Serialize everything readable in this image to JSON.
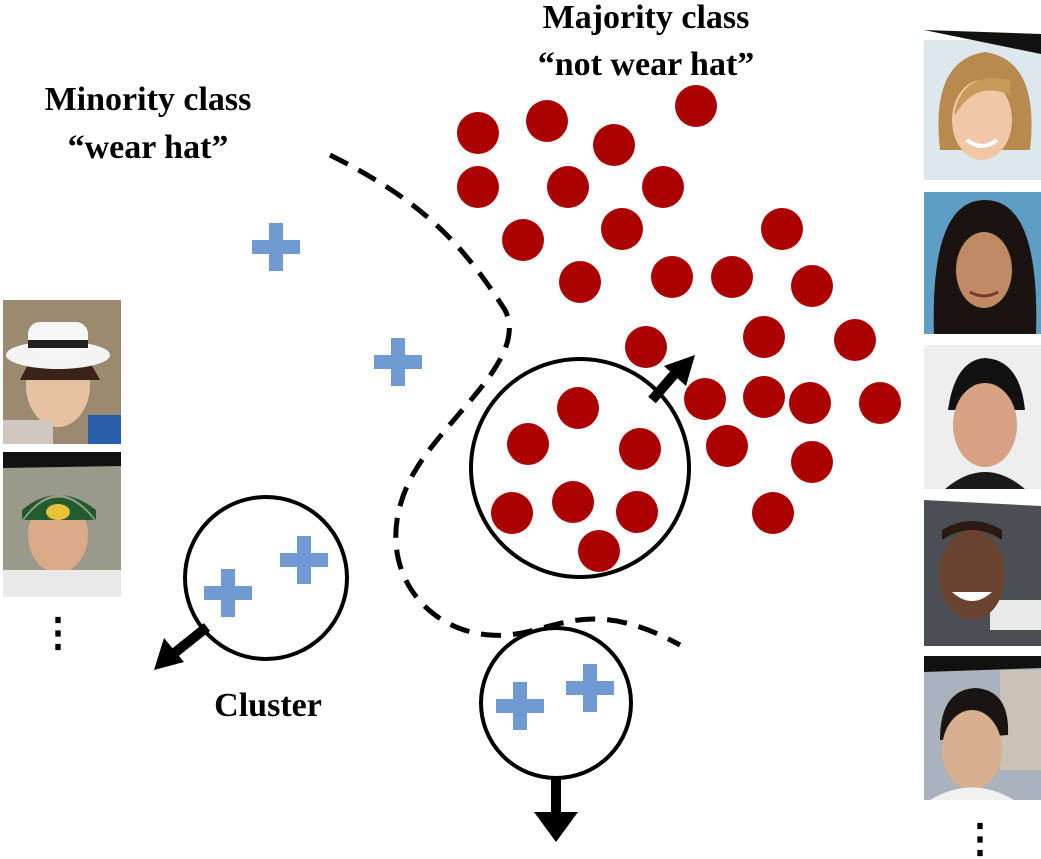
{
  "labels": {
    "minority_title": "Minority class",
    "minority_sub": "“wear hat”",
    "majority_title": "Majority class",
    "majority_sub": "“not wear hat”",
    "cluster": "Cluster",
    "ellipsis_left": "⋮",
    "ellipsis_right": "⋮"
  },
  "colors": {
    "majority_dot": "#aa0000",
    "minority_plus": "#6f9ad2",
    "line": "#000000"
  },
  "icons": {
    "left_faces": [
      "face-woman-white-hat-icon",
      "face-man-green-cap-icon"
    ],
    "right_faces": [
      "face-woman-blonde-icon",
      "face-woman-dark-hair-icon",
      "face-man-spiky-hair-icon",
      "face-man-smiling-icon",
      "face-man-young-icon"
    ]
  }
}
